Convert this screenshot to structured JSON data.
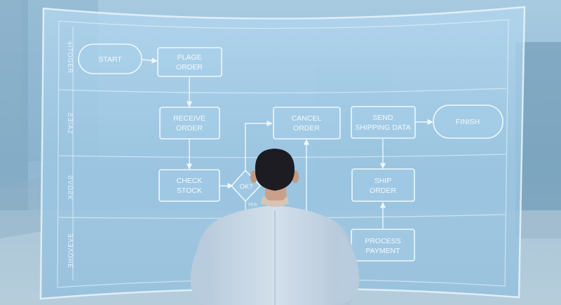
{
  "lanes": [
    "ɘITOGER",
    "ƧƎIA2",
    "ƧVΩƧK",
    "ƎΛƎΛOHE"
  ],
  "nodes": {
    "start": "START",
    "place_order": [
      "PLAGE",
      "ORDER"
    ],
    "receive_order": [
      "RECEIVE",
      "ORDER"
    ],
    "check_stock": [
      "CHECK",
      "STOCK"
    ],
    "decision": "OK?",
    "cancel_order": [
      "CANCEL",
      "ORDER"
    ],
    "send_shipping": [
      "SEND",
      "SHIPPING DATA"
    ],
    "finish": "FINISH",
    "ship_order": [
      "SHIP",
      "ORDER"
    ],
    "process_payment": [
      "PROCESS",
      "PAYMENT"
    ]
  },
  "branch_label": "YES",
  "colors": {
    "panel_fill": "#a9d0ea",
    "line": "#e9f4fb",
    "shirt": "#c7d7e6",
    "hair": "#1c1c22",
    "skin": "#caa088"
  },
  "figure": "person-back-view"
}
